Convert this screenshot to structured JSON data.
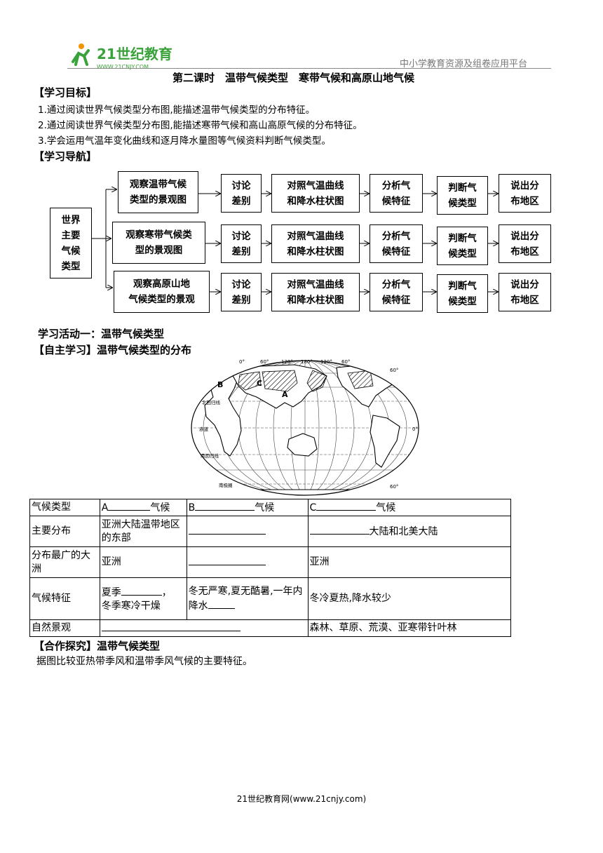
{
  "header": {
    "logo_text": "21世纪教育",
    "logo_url": "WWW.21CNJY.COM",
    "platform": "中小学教育资源及组卷应用平台",
    "title": "第二课时　温带气候类型　寒带气候和高原山地气候"
  },
  "objectives": {
    "heading": "【学习目标】",
    "items": [
      "1.通过阅读世界气候类型分布图,能描述温带气候类型的分布特征。",
      "2.通过阅读世界气候类型分布图,能描述寒带气候和高山高原气候的分布特征。",
      "3.学会运用气温年变化曲线和逐月降水量图等气候资料判断气候类型。"
    ]
  },
  "navigation": {
    "heading": "【学习导航】",
    "root": [
      "世界",
      "主要",
      "气候",
      "类型"
    ],
    "rows": [
      {
        "observe": [
          "观察温带气候",
          "类型的景观图"
        ],
        "discuss": [
          "讨论",
          "差别"
        ],
        "compare": [
          "对照气温曲线",
          "和降水柱状图"
        ],
        "analyze": [
          "分析气",
          "候特征"
        ],
        "judge": [
          "判断气",
          "候类型"
        ],
        "tell": [
          "说出分",
          "布地区"
        ]
      },
      {
        "observe": [
          "观察寒带气候类",
          "型的景观图"
        ],
        "discuss": [
          "讨论",
          "差别"
        ],
        "compare": [
          "对照气温曲线",
          "和降水柱状图"
        ],
        "analyze": [
          "分析气",
          "候特征"
        ],
        "judge": [
          "判断气",
          "候类型"
        ],
        "tell": [
          "说出分",
          "布地区"
        ]
      },
      {
        "observe": [
          "观察高原山地",
          "气候类型的景观"
        ],
        "discuss": [
          "讨论",
          "差别"
        ],
        "compare": [
          "对照气温曲线",
          "和降水柱状图"
        ],
        "analyze": [
          "分析气",
          "候特征"
        ],
        "judge": [
          "判断气",
          "候类型"
        ],
        "tell": [
          "说出分",
          "布地区"
        ]
      }
    ]
  },
  "activity1": {
    "heading": "学习活动一：温带气候类型",
    "self_study": "【自主学习】温带气候类型的分布"
  },
  "map": {
    "lon_labels": [
      "0°",
      "60°",
      "120°",
      "180°",
      "120°",
      "60°"
    ],
    "lat_labels": [
      "60°",
      "0°",
      "60°"
    ],
    "line_labels": [
      "北回归线",
      "赤道",
      "南回归线",
      "南极圈"
    ],
    "zone_labels": [
      "B",
      "C",
      "A"
    ]
  },
  "table": {
    "headers": [
      "气候类型",
      "A",
      "气候",
      "B",
      "气候",
      "C",
      "气候"
    ],
    "rows": [
      {
        "label": "主要分布",
        "a": "亚洲大陆温带地区的东部",
        "b": "",
        "c_suffix": "大陆和北美大陆"
      },
      {
        "label": "分布最广的大洲",
        "a": "亚洲",
        "b": "",
        "c": "亚洲"
      },
      {
        "label": "气候特征",
        "a_pre": "夏季",
        "a_mid": "，",
        "a_post": "冬季寒冷干燥",
        "b_pre": "冬无严寒,夏无酷暑,一年内降水",
        "c": "冬冷夏热,降水较少"
      },
      {
        "label": "自然景观",
        "ab": "",
        "c": "森林、草原、荒漠、亚寒带针叶林"
      }
    ]
  },
  "cooperation": {
    "heading": "【合作探究】温带气候类型",
    "text": "据图比较亚热带季风和温带季风气候的主要特征。"
  },
  "footer": "21世纪教育网(www.21cnjy.com)",
  "colors": {
    "logo_green": "#3aa23a",
    "logo_orange": "#f29400"
  }
}
